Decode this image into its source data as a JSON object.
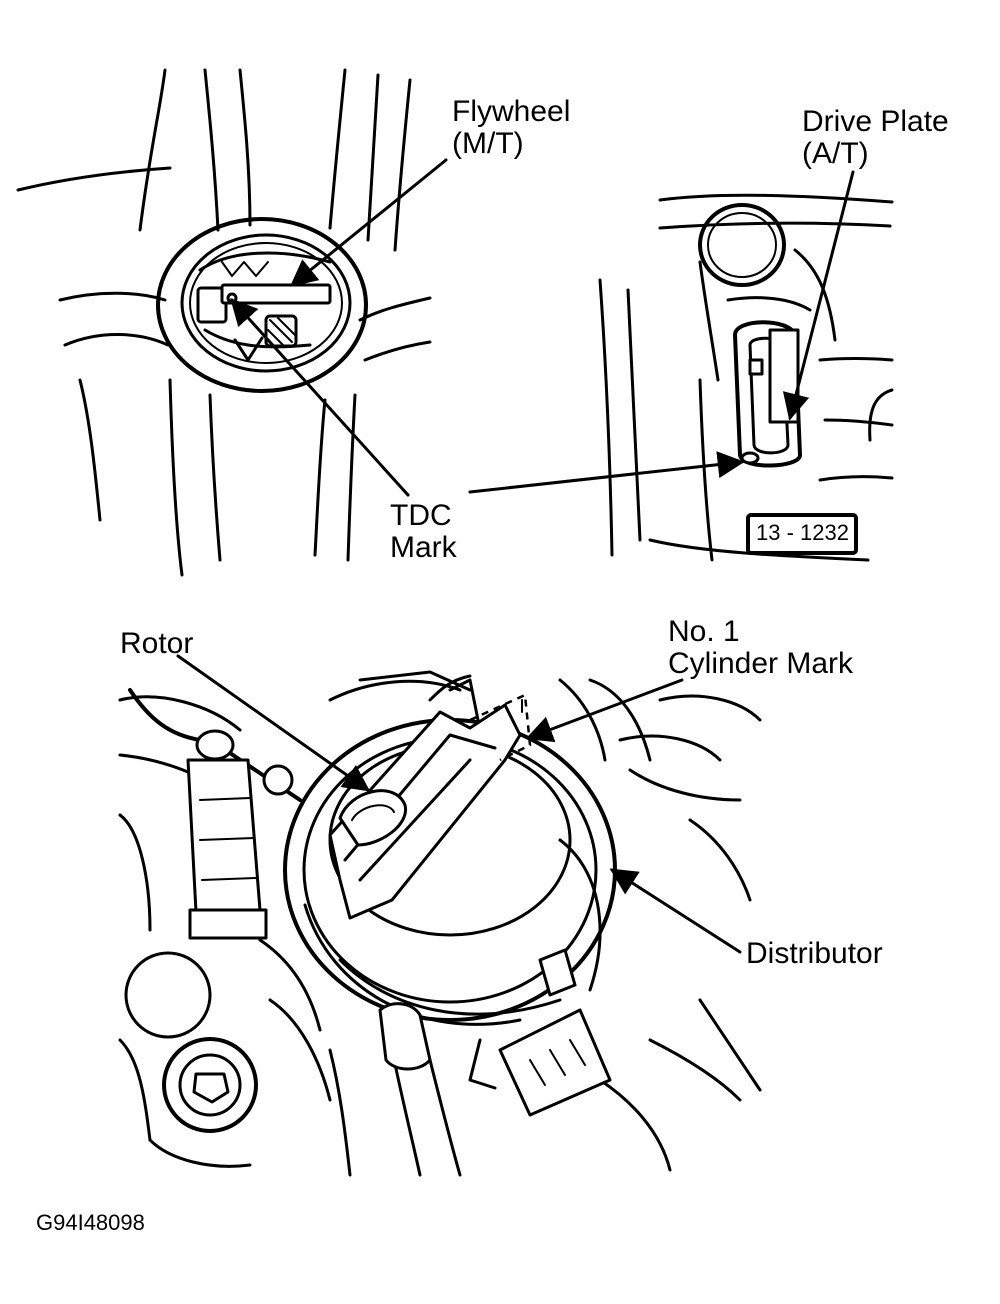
{
  "labels": {
    "flywheel": [
      "Flywheel",
      "(M/T)"
    ],
    "drive_plate": [
      "Drive Plate",
      "(A/T)"
    ],
    "tdc_mark": [
      "TDC",
      "Mark"
    ],
    "rotor": "Rotor",
    "no1_cylinder_mark": [
      "No. 1",
      "Cylinder Mark"
    ],
    "distributor": "Distributor"
  },
  "plate_code": "13 - 1232",
  "figure_id": "G94I48098",
  "colors": {
    "line": "#000000",
    "background": "#ffffff"
  }
}
